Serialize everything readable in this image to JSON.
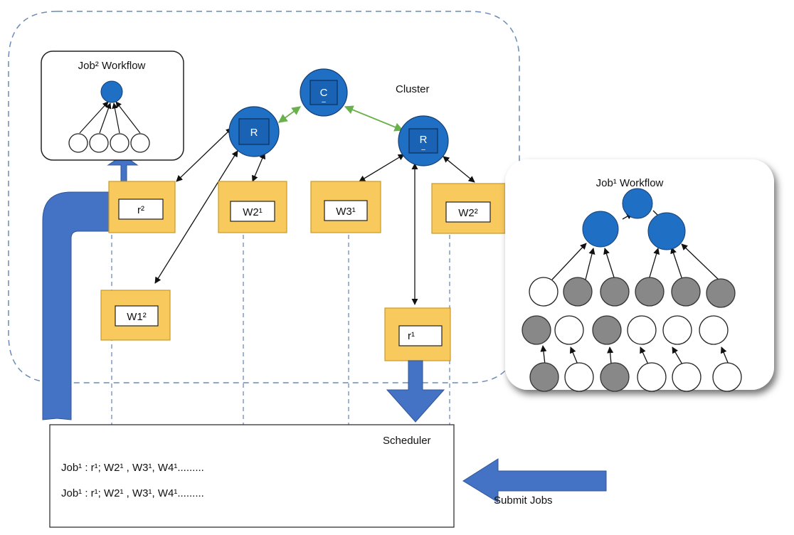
{
  "cluster": {
    "label": "Cluster"
  },
  "job2_workflow": {
    "title": "Job² Workflow"
  },
  "job1_workflow": {
    "title": "Job¹ Workflow"
  },
  "managers": {
    "coordinator": {
      "label": "C",
      "mark": "–"
    },
    "resource_manager_left": {
      "label": "R"
    },
    "resource_manager_right": {
      "label": "R",
      "mark": "–"
    }
  },
  "containers": {
    "r2": "r²",
    "w2_1": "W2¹",
    "w3_1": "W3¹",
    "w2_2": "W2²",
    "w1_2": "W1²",
    "r1": "r¹"
  },
  "scheduler": {
    "title": "Scheduler",
    "lines": [
      "Job¹ : r¹; W2¹ , W3¹, W4¹.........",
      "Job¹ : r¹; W2¹ , W3¹, W4¹........."
    ]
  },
  "submit": {
    "label": "Submit Jobs"
  },
  "colors": {
    "node_blue": "#1f6fc4",
    "arrow_blue": "#4472c4",
    "container_yellow": "#f8c95c",
    "node_gray": "#888888",
    "link_green": "#6ab04c",
    "dashed_line": "#6b8bb5"
  }
}
